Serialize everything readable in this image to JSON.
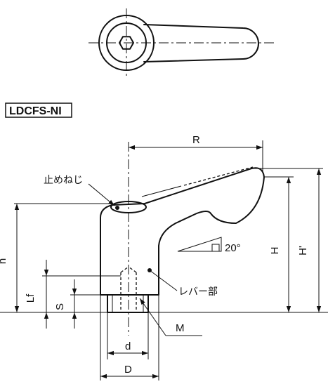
{
  "model": "LDCFS-NI",
  "labels": {
    "set_screw": "止めねじ",
    "lever_part": "レバー部",
    "angle": "20°",
    "R": "R",
    "H": "H",
    "H_prime": "H'",
    "h": "h",
    "Lf": "Lf",
    "S": "S",
    "M": "M",
    "d": "d",
    "D": "D"
  }
}
